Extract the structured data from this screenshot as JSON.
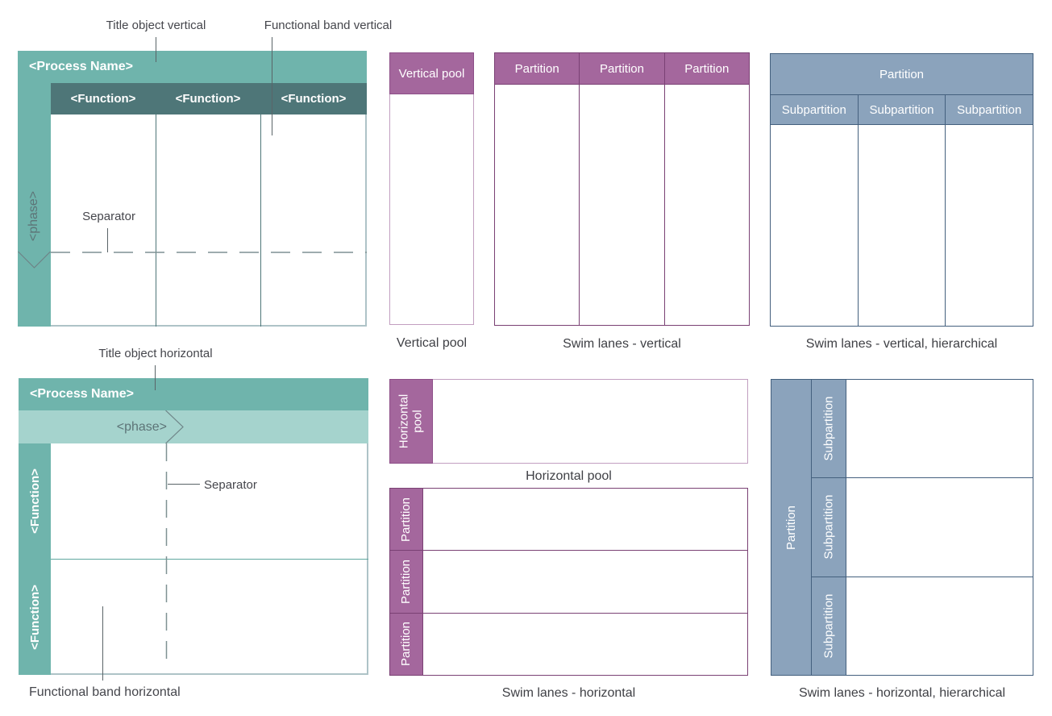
{
  "colors": {
    "teal": "#6fb4ac",
    "teal_light": "#a5d3cd",
    "teal_dark": "#4e7678",
    "purple": "#a4679d",
    "purple_dark": "#7a4174",
    "blue_gray": "#8ba3bc",
    "blue_dark": "#44607e",
    "label_text": "#45464c",
    "white": "#ffffff"
  },
  "callouts": {
    "title_object_vertical": "Title object vertical",
    "functional_band_vertical": "Functional band vertical",
    "separator_vertical": "Separator",
    "title_object_horizontal": "Title object horizontal",
    "separator_horizontal": "Separator",
    "functional_band_horizontal": "Functional band horizontal"
  },
  "title_vertical_shape": {
    "process_name": "<Process Name>",
    "functions": [
      "<Function>",
      "<Function>",
      "<Function>"
    ],
    "phase": "<phase>"
  },
  "vertical_pool": {
    "header": "Vertical pool",
    "caption": "Vertical pool"
  },
  "swim_lanes_vertical": {
    "partitions": [
      "Partition",
      "Partition",
      "Partition"
    ],
    "caption": "Swim lanes - vertical"
  },
  "swim_lanes_vertical_hier": {
    "partition": "Partition",
    "subpartitions": [
      "Subpartition",
      "Subpartition",
      "Subpartition"
    ],
    "caption": "Swim lanes - vertical, hierarchical"
  },
  "title_horizontal_shape": {
    "process_name": "<Process Name>",
    "phase": "<phase>",
    "functions": [
      "<Function>",
      "<Function>"
    ]
  },
  "horizontal_pool": {
    "label": "Horizontal pool",
    "caption": "Horizontal pool"
  },
  "swim_lanes_horizontal": {
    "partitions": [
      "Partition",
      "Partition",
      "Partition"
    ],
    "caption": "Swim lanes - horizontal"
  },
  "swim_lanes_horizontal_hier": {
    "partition": "Partition",
    "subpartitions": [
      "Subpartition",
      "Subpartition",
      "Subpartition"
    ],
    "caption": "Swim lanes - horizontal, hierarchical"
  }
}
